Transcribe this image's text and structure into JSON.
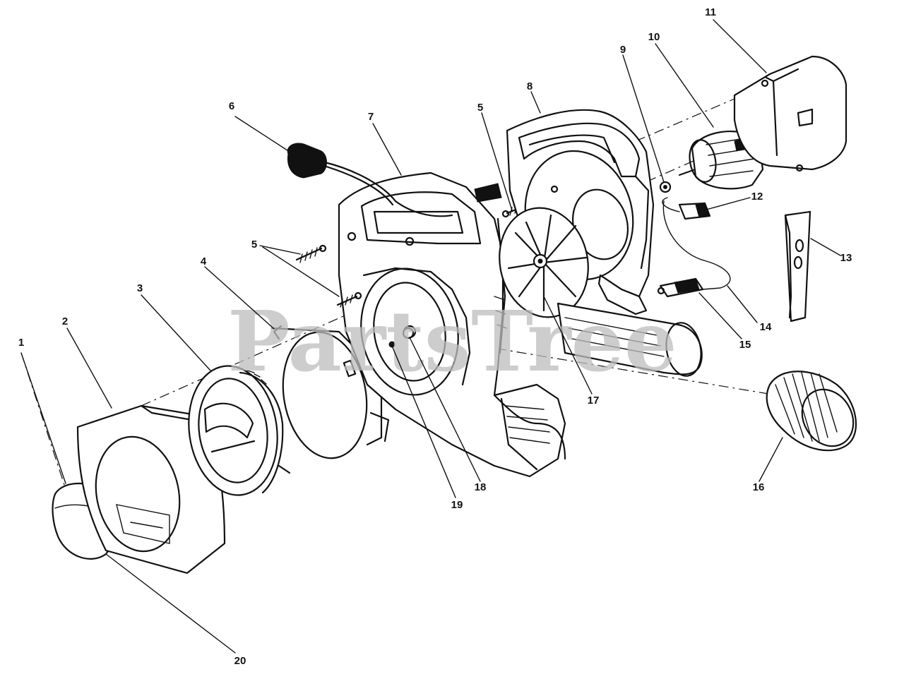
{
  "diagram": {
    "watermark": "PartsTree",
    "callouts": [
      {
        "id": "1",
        "label": "1"
      },
      {
        "id": "2",
        "label": "2"
      },
      {
        "id": "3",
        "label": "3"
      },
      {
        "id": "4",
        "label": "4"
      },
      {
        "id": "5a",
        "label": "5"
      },
      {
        "id": "5b",
        "label": "5"
      },
      {
        "id": "6",
        "label": "6"
      },
      {
        "id": "7",
        "label": "7"
      },
      {
        "id": "8",
        "label": "8"
      },
      {
        "id": "9",
        "label": "9"
      },
      {
        "id": "10",
        "label": "10"
      },
      {
        "id": "11",
        "label": "11"
      },
      {
        "id": "12",
        "label": "12"
      },
      {
        "id": "13",
        "label": "13"
      },
      {
        "id": "14",
        "label": "14"
      },
      {
        "id": "15",
        "label": "15"
      },
      {
        "id": "16",
        "label": "16"
      },
      {
        "id": "17",
        "label": "17"
      },
      {
        "id": "18",
        "label": "18"
      },
      {
        "id": "19",
        "label": "19"
      },
      {
        "id": "20",
        "label": "20"
      }
    ]
  }
}
